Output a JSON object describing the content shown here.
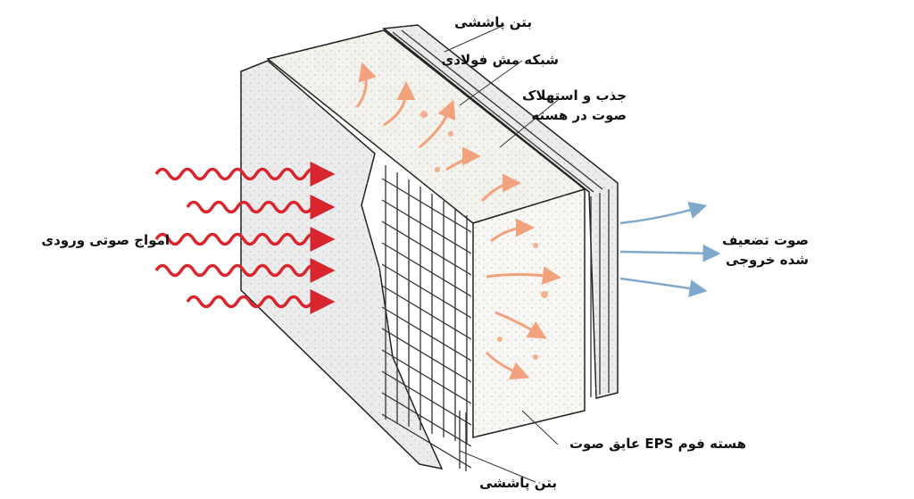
{
  "labels": {
    "shotcrete_top": "بتن پاششی",
    "steel_mesh": "شبکه مش فولادی",
    "absorption_line1": "جذب و استهلاک",
    "absorption_line2": "صوت در هسته",
    "incoming_waves": "امواج صوتی ورودی",
    "outgoing_line1": "صوت تضعیف",
    "outgoing_line2": "شده خروجی",
    "eps_core": "هسته فوم EPS عایق صوت",
    "shotcrete_bottom": "بتن پاششی"
  },
  "colors": {
    "incoming": "#d8262e",
    "outgoing": "#7fa8cc",
    "core_arrows": "#f2956a",
    "concrete": "#ededed",
    "foam": "#f7f5f0",
    "line": "#222222"
  }
}
